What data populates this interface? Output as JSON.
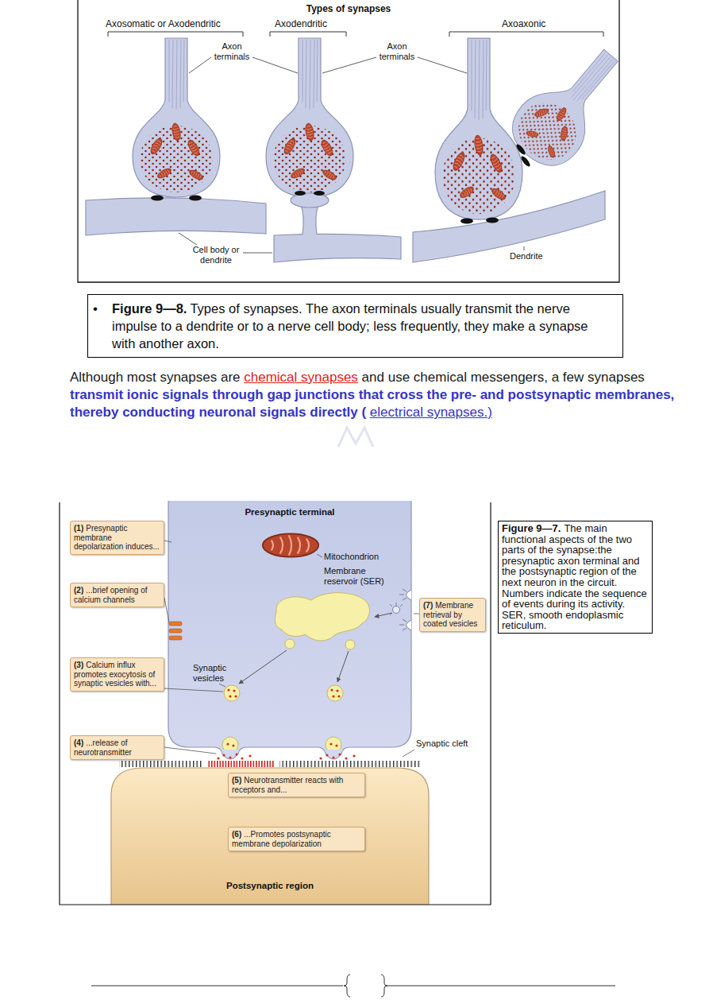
{
  "diagram": {
    "title": "Types of synapses",
    "nodes": [
      {
        "text": [
          "Figure 9—8.",
          "Types of synapses. The axon terminals usually transmit the nerve impulse to a dendrite or to a nerve cell body; less frequently, they make a synapse with another axon."
        ]
      },
      {
        "text": [
          "Presynaptic terminal"
        ]
      },
      {
        "text": [
          "(1)",
          "Presynaptic membrane depolarization induces..."
        ]
      },
      {
        "text": [
          "(2)",
          "...brief opening of calcium channels"
        ]
      },
      {
        "text": [
          "(3)",
          "Calcium influx promotes exocytosis of synaptic vesicles with..."
        ]
      },
      {
        "text": [
          "(4)",
          "...release of neurotransmitter"
        ]
      },
      {
        "text": [
          "Postsynaptic region"
        ]
      },
      {
        "text": [
          "(5)",
          "Neurotransmitter reacts with receptors and..."
        ],
        "in": 6
      },
      {
        "text": [
          "(6)",
          "...Promotes postsynaptic membrane depolarization"
        ],
        "in": 6
      },
      {
        "text": [
          "(7)",
          "Membrane retrieval by coated vesicles"
        ]
      },
      {
        "text": [
          "Figure 9—7.",
          "The main functional aspects of the two parts of the synapse:the presynaptic axon terminal and the postsynaptic region of the next neuron in the circuit. Numbers indicate the sequence of events during its activity. SER, smooth endoplasmic reticulum."
        ]
      }
    ],
    "labels": [
      "Axosomatic or Axodendritic",
      "Axodendritic",
      "Axoaxonic",
      "Axon terminals",
      "Axon terminals",
      "Cell body or dendrite",
      "Dendrite",
      "•",
      "Although most synapses are",
      "chemical synapses",
      "and use chemical messengers, a few synapses",
      "transmit ionic signals through gap junctions that cross the pre- and postsynaptic membranes, thereby conducting neuronal signals directly (",
      "electrical synapses.)",
      "Mitochondrion",
      "Membrane reservoir (SER)",
      "Synaptic vesicles",
      "Synaptic cleft"
    ]
  }
}
